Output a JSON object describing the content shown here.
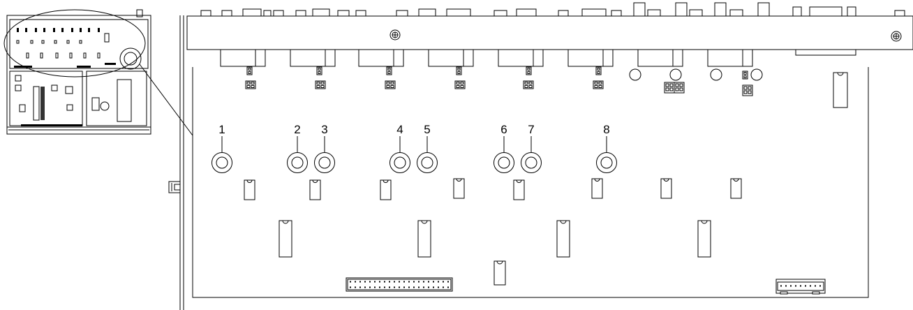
{
  "diagram": {
    "callouts": [
      {
        "label": "1"
      },
      {
        "label": "2"
      },
      {
        "label": "3"
      },
      {
        "label": "4"
      },
      {
        "label": "5"
      },
      {
        "label": "6"
      },
      {
        "label": "7"
      },
      {
        "label": "8"
      }
    ]
  }
}
